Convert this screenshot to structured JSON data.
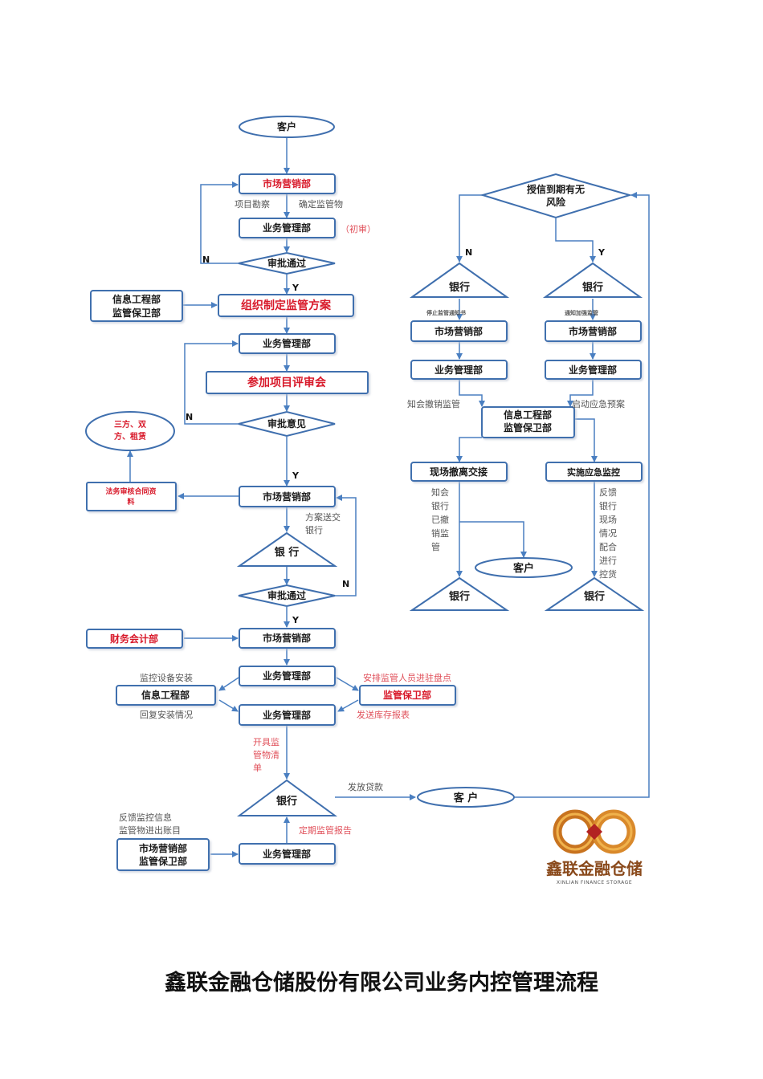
{
  "title": "鑫联金融仓储股份有限公司业务内控管理流程",
  "colors": {
    "line": "#4a7fc1",
    "border": "#3f6fae",
    "red_text": "#d8192a",
    "note_red": "#e0505a"
  },
  "nodes": {
    "customer_top": "客户",
    "market1": "市场营销部",
    "biz1": "业务管理部",
    "approve1": "审批通过",
    "info_sec_1a": "信息工程部",
    "info_sec_1b": "监管保卫部",
    "plan": "组织制定监管方案",
    "biz2": "业务管理部",
    "review": "参加项目评审会",
    "approve_opinion": "审批意见",
    "three_party_a": "三方、双",
    "three_party_b": "方、租赁",
    "legal_a": "法务审核合同资",
    "legal_b": "料",
    "market2": "市场营销部",
    "bank1": "银 行",
    "approve2": "审批通过",
    "finance": "财务会计部",
    "market3": "市场营销部",
    "biz3": "业务管理部",
    "info_eng": "信息工程部",
    "supervision": "监管保卫部",
    "biz4": "业务管理部",
    "bank2": "银行",
    "customer2": "客 户",
    "market_sec_a": "市场营销部",
    "market_sec_b": "监管保卫部",
    "biz5": "业务管理部",
    "risk_a": "授信到期有无",
    "risk_b": "风险",
    "bank_r1": "银行",
    "bank_r2": "银行",
    "market_r1": "市场营销部",
    "market_r2": "市场营销部",
    "biz_r1": "业务管理部",
    "biz_r2": "业务管理部",
    "info_sec_r_a": "信息工程部",
    "info_sec_r_b": "监管保卫部",
    "onsite": "现场撤离交接",
    "emergency": "实施应急监控",
    "customer_r": "客户",
    "bank_r3": "银行",
    "bank_r4": "银行"
  },
  "labels": {
    "survey": "项目勘察",
    "confirm": "确定监管物",
    "first_review": "（初审）",
    "plan_send_a": "方案送交",
    "plan_send_b": "银行",
    "install": "监控设备安装",
    "reply": "回复安装情况",
    "arrange": "安排监管人员进驻盘点",
    "send_stock": "发送库存报表",
    "issue_a": "开具监",
    "issue_b": "管物清",
    "issue_c": "单",
    "loan": "发放贷款",
    "feedback_a": "反馈监控信息",
    "feedback_b": "监管物进出账目",
    "report": "定期监管报告",
    "stop_notice": "停止监管通知书",
    "notify_stop": "通知加强监管",
    "inform_cancel": "知会撤销监管",
    "start_plan": "启动应急预案",
    "inform_bank_lines": [
      "知会",
      "银行",
      "已撤",
      "销监",
      "管"
    ],
    "feedback_lines": [
      "反馈",
      "银行",
      "现场",
      "情况",
      "配合",
      "进行",
      "控货"
    ],
    "y": "Y",
    "n": "N"
  },
  "logo": {
    "name": "鑫联金融仓储",
    "subtitle": "XINLIAN FINANCE STORAGE"
  }
}
